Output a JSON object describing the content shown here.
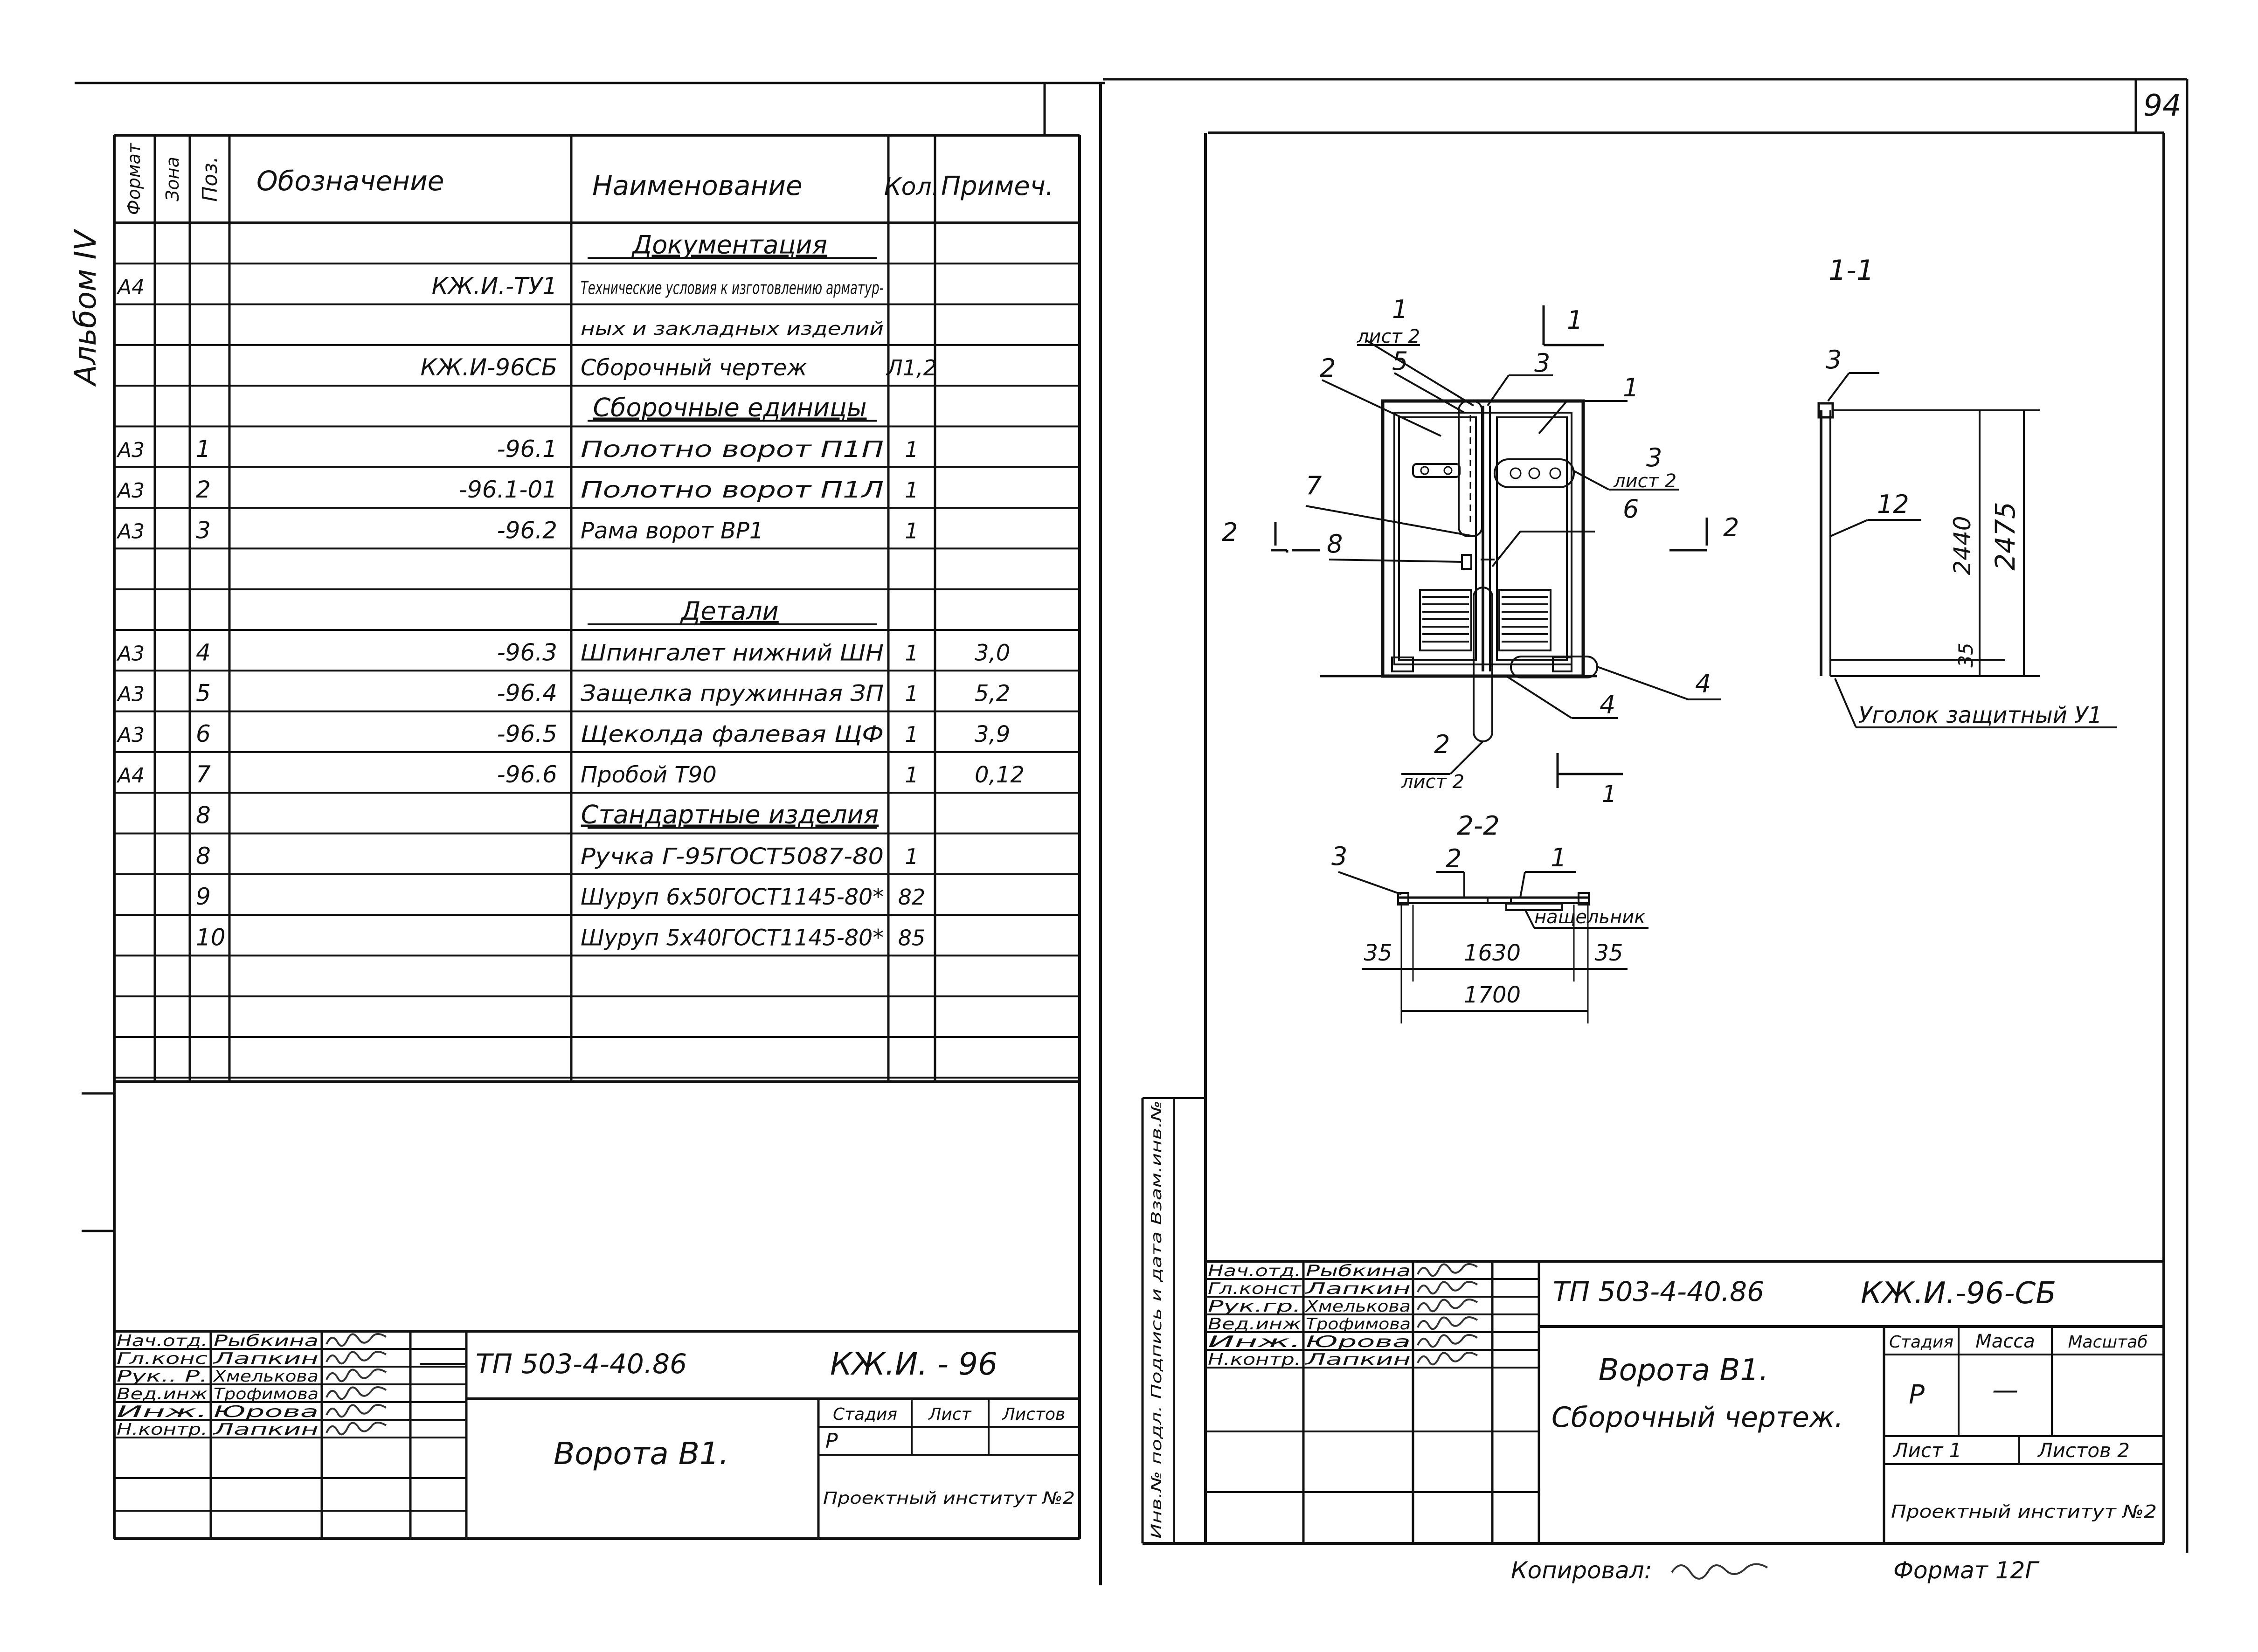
{
  "page_number": "94",
  "album": "Альбом IV",
  "spec": {
    "headers": {
      "format": "Формат",
      "zone": "Зона",
      "pos": "Поз.",
      "designation": "Обозначение",
      "name": "Наименование",
      "qty": "Кол.",
      "note": "Примеч."
    },
    "rows": [
      {
        "format": "",
        "pos": "",
        "designation": "",
        "name": "Документация",
        "qty": "",
        "note": "",
        "kind": "section"
      },
      {
        "format": "А4",
        "pos": "",
        "designation": "КЖ.И.-ТУ1",
        "name": "Технические условия к изготовлению арматур-",
        "qty": "",
        "note": "",
        "kind": "small"
      },
      {
        "format": "",
        "pos": "",
        "designation": "",
        "name": "ных и закладных изделий",
        "qty": "",
        "note": "",
        "kind": "small"
      },
      {
        "format": "",
        "pos": "",
        "designation": "КЖ.И-96СБ",
        "name": "Сборочный чертеж",
        "qty": "Л1,2",
        "note": "",
        "kind": "item"
      },
      {
        "format": "",
        "pos": "",
        "designation": "",
        "name": "Сборочные единицы",
        "qty": "",
        "note": "",
        "kind": "section"
      },
      {
        "format": "А3",
        "pos": "1",
        "designation": "-96.1",
        "name": "Полотно ворот П1П",
        "qty": "1",
        "note": "",
        "kind": "item"
      },
      {
        "format": "А3",
        "pos": "2",
        "designation": "-96.1-01",
        "name": "Полотно ворот П1Л",
        "qty": "1",
        "note": "",
        "kind": "item"
      },
      {
        "format": "А3",
        "pos": "3",
        "designation": "-96.2",
        "name": "Рама ворот ВР1",
        "qty": "1",
        "note": "",
        "kind": "item"
      },
      {
        "format": "",
        "pos": "",
        "designation": "",
        "name": "",
        "qty": "",
        "note": "",
        "kind": "item"
      },
      {
        "format": "",
        "pos": "",
        "designation": "",
        "name": "Детали",
        "qty": "",
        "note": "",
        "kind": "section"
      },
      {
        "format": "А3",
        "pos": "4",
        "designation": "-96.3",
        "name": "Шпингалет нижний ШН",
        "qty": "1",
        "note": "3,0",
        "kind": "item"
      },
      {
        "format": "А3",
        "pos": "5",
        "designation": "-96.4",
        "name": "Защелка пружинная ЗП",
        "qty": "1",
        "note": "5,2",
        "kind": "item"
      },
      {
        "format": "А3",
        "pos": "6",
        "designation": "-96.5",
        "name": "Щеколда фалевая ЩФ",
        "qty": "1",
        "note": "3,9",
        "kind": "item"
      },
      {
        "format": "А4",
        "pos": "7",
        "designation": "-96.6",
        "name": "Пробой Т90",
        "qty": "1",
        "note": "0,12",
        "kind": "item"
      },
      {
        "format": "",
        "pos": "8",
        "designation": "",
        "name": "Стандартные изделия",
        "qty": "",
        "note": "",
        "kind": "section"
      },
      {
        "format": "",
        "pos": "8",
        "designation": "",
        "name": "Ручка Г-95ГОСТ5087-80",
        "qty": "1",
        "note": "",
        "kind": "item"
      },
      {
        "format": "",
        "pos": "9",
        "designation": "",
        "name": "Шуруп 6х50ГОСТ1145-80*",
        "qty": "82",
        "note": "",
        "kind": "item"
      },
      {
        "format": "",
        "pos": "10",
        "designation": "",
        "name": "Шуруп 5х40ГОСТ1145-80*",
        "qty": "85",
        "note": "",
        "kind": "item"
      },
      {
        "format": "",
        "pos": "",
        "designation": "",
        "name": "",
        "qty": "",
        "note": "",
        "kind": "item"
      },
      {
        "format": "",
        "pos": "",
        "designation": "",
        "name": "",
        "qty": "",
        "note": "",
        "kind": "item"
      },
      {
        "format": "",
        "pos": "",
        "designation": "",
        "name": "",
        "qty": "",
        "note": "",
        "kind": "item"
      }
    ]
  },
  "left_title_block": {
    "roles": [
      "Нач.отд.",
      "Гл.конс",
      "Рук.. Р.",
      "Вед.инж",
      "Инж.",
      "Н.контр."
    ],
    "names": [
      "Рыбкина",
      "Лапкин",
      "Хмелькова",
      "Трофимова",
      "Юрова",
      "Лапкин"
    ],
    "code": "ТП 503-4-40.86",
    "doc": "КЖ.И. - 96",
    "title": "Ворота В1.",
    "stage_label": "Стадия",
    "sheet_label": "Лист",
    "sheets_label": "Листов",
    "stage": "Р",
    "org": "Проектный институт №2"
  },
  "right_title_block": {
    "roles": [
      "Нач.отд.",
      "Гл.конст",
      "Рук.гр.",
      "Вед.инж",
      "Инж.",
      "Н.контр."
    ],
    "names": [
      "Рыбкина",
      "Лапкин",
      "Хмелькова",
      "Трофимова",
      "Юрова",
      "Лапкин"
    ],
    "code": "ТП 503-4-40.86",
    "doc": "КЖ.И.-96-СБ",
    "title_line1": "Ворота В1.",
    "title_line2": "Сборочный чертеж.",
    "stage_label": "Стадия",
    "mass_label": "Масса",
    "scale_label": "Масштаб",
    "stage": "Р",
    "mass": "—",
    "sheet": "Лист 1",
    "sheets": "Листов 2",
    "org": "Проектный институт №2",
    "side_labels": "Инв.№ подл. Подпись и дата Взам.инв.№"
  },
  "footer": {
    "copied": "Копировал:",
    "format": "Формат 12Г"
  },
  "drawing": {
    "section_1_1": "1-1",
    "section_2_2": "2-2",
    "list2": "лист 2",
    "nashchelnik": "нащельник",
    "corner": "Уголок защитный У1",
    "dim_2440": "2440",
    "dim_2475": "2475",
    "dim_35": "35",
    "dim_1630": "1630",
    "dim_1700": "1700",
    "n1": "1",
    "n2": "2",
    "n3": "3",
    "n4": "4",
    "n5": "5",
    "n6": "6",
    "n7": "7",
    "n8": "8",
    "n12": "12"
  }
}
